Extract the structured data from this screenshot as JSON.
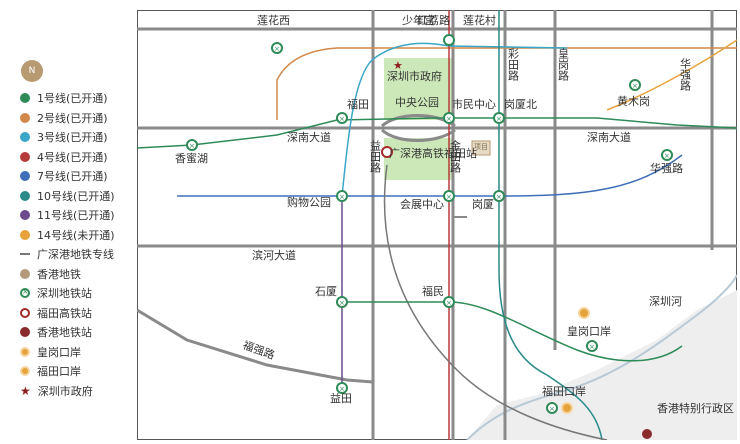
{
  "compass_label": "N",
  "legend": [
    {
      "symbol": "dot",
      "color": "#2e8b57",
      "label": "1号线(已开通)"
    },
    {
      "symbol": "dot",
      "color": "#d2884a",
      "label": "2号线(已开通)"
    },
    {
      "symbol": "dot",
      "color": "#3aa6c8",
      "label": "3号线(已开通)"
    },
    {
      "symbol": "dot",
      "color": "#b63b3b",
      "label": "4号线(已开通)"
    },
    {
      "symbol": "dot",
      "color": "#3e6fb8",
      "label": "7号线(已开通)"
    },
    {
      "symbol": "dot",
      "color": "#2a8a8a",
      "label": "10号线(已开通)"
    },
    {
      "symbol": "dot",
      "color": "#6b4a8e",
      "label": "11号线(已开通)"
    },
    {
      "symbol": "dot",
      "color": "#e8a23c",
      "label": "14号线(未开通)"
    },
    {
      "symbol": "line",
      "color": "#777777",
      "label": "广深港地铁专线"
    },
    {
      "symbol": "dot",
      "color": "#b39a7a",
      "label": "香港地铁"
    },
    {
      "symbol": "station",
      "color": "#2e8b57",
      "label": "深圳地铁站"
    },
    {
      "symbol": "hsr",
      "color": "#a52a2a",
      "label": "福田高铁站"
    },
    {
      "symbol": "hk",
      "color": "#8b2b2b",
      "label": "香港地铁站"
    },
    {
      "symbol": "port",
      "color": "#e5a33a",
      "label": "皇岗口岸"
    },
    {
      "symbol": "port",
      "color": "#e5a33a",
      "label": "福田口岸"
    },
    {
      "symbol": "star",
      "color": "#8b1f1f",
      "label": "深圳市政府"
    }
  ],
  "map": {
    "roads": {
      "hongli": "红荔路",
      "shennan_w": "深南大道",
      "shennan_e": "深南大道",
      "binhe": "滨河大道",
      "fuqiang": "福强路",
      "huaqiang": "华强路",
      "yitian": "益田路",
      "jintian": "金田路",
      "caitian": "彩田路",
      "huanggang": "皇岗路"
    },
    "areas": {
      "civic_center": "中央公园",
      "hsr_station": "广深港高铁福田站",
      "government": "深圳市政府",
      "river": "深圳河",
      "hk": "香港特别行政区",
      "project": "项目"
    },
    "stations": {
      "lianhuaxi": "莲花西",
      "shaoniangong": "少年宫",
      "lianhuacun": "莲花村",
      "futian": "福田",
      "shiminzhongxin": "市民中心",
      "gangxiabei": "岗厦北",
      "xiangmihu": "香蜜湖",
      "huangmugang": "黄木岗",
      "huaqianglu": "华强路",
      "gouwugongyuan": "购物公园",
      "huizhanzhongxin": "会展中心",
      "gangxia": "岗厦",
      "shixia": "石厦",
      "fumin": "福民",
      "huanggangkouan": "皇岗口岸",
      "futiankouan": "福田口岸",
      "yitian_st": "益田"
    }
  }
}
